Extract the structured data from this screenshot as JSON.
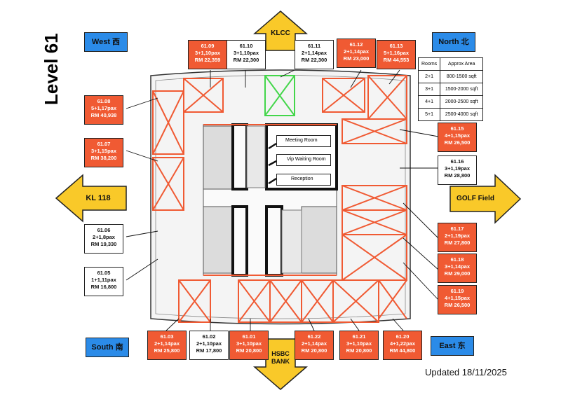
{
  "title": "Level 61",
  "updated": "Updated 18/11/2025",
  "colors": {
    "leased": "#f05a33",
    "available": "#ffffff",
    "direction": "#2b8be8",
    "arrow": "#f9c929",
    "grid_line": "#f05a33",
    "highlight": "#43d64a"
  },
  "directions": {
    "west": "West 西",
    "north": "North 北",
    "south": "South 南",
    "east": "East 东"
  },
  "landmarks": {
    "top": "KLCC",
    "left": "KL 118",
    "right": "GOLF Field",
    "bottom_line1": "HSBC",
    "bottom_line2": "BANK"
  },
  "legend": {
    "headers": [
      "Rooms",
      "Approx Area"
    ],
    "rows": [
      [
        "2+1",
        "800-1500 sqft"
      ],
      [
        "3+1",
        "1500-2000 sqft"
      ],
      [
        "4+1",
        "2000-2500 sqft"
      ],
      [
        "5+1",
        "2500-4000 sqft"
      ]
    ]
  },
  "core_rooms": [
    "Meeting Room",
    "Vip Waiting Room",
    "Reception"
  ],
  "units": [
    {
      "id": "61.09",
      "config": "3+1,10pax",
      "price": "RM 22,359",
      "status": "leased"
    },
    {
      "id": "61.10",
      "config": "3+1,10pax",
      "price": "RM 22,300",
      "status": "available"
    },
    {
      "id": "61.11",
      "config": "2+1,14pax",
      "price": "RM 22,300",
      "status": "available"
    },
    {
      "id": "61.12",
      "config": "2+1,14pax",
      "price": "RM 23,000",
      "status": "leased"
    },
    {
      "id": "61.13",
      "config": "5+1,16pax",
      "price": "RM 44,553",
      "status": "leased"
    },
    {
      "id": "61.08",
      "config": "5+1,17pax",
      "price": "RM 40,938",
      "status": "leased"
    },
    {
      "id": "61.07",
      "config": "3+1,15pax",
      "price": "RM 38,200",
      "status": "leased"
    },
    {
      "id": "61.06",
      "config": "2+1,8pax",
      "price": "RM 19,330",
      "status": "available"
    },
    {
      "id": "61.05",
      "config": "1+1,11pax",
      "price": "RM 16,800",
      "status": "available"
    },
    {
      "id": "61.15",
      "config": "4+1,15pax",
      "price": "RM 26,500",
      "status": "leased"
    },
    {
      "id": "61.16",
      "config": "3+1,19pax",
      "price": "RM 28,800",
      "status": "available"
    },
    {
      "id": "61.17",
      "config": "2+1,19pax",
      "price": "RM 27,800",
      "status": "leased"
    },
    {
      "id": "61.18",
      "config": "3+1,14pax",
      "price": "RM 29,000",
      "status": "leased"
    },
    {
      "id": "61.19",
      "config": "4+1,15pax",
      "price": "RM 26,500",
      "status": "leased"
    },
    {
      "id": "61.03",
      "config": "2+1,14pax",
      "price": "RM 25,800",
      "status": "leased"
    },
    {
      "id": "61.02",
      "config": "2+1,10pax",
      "price": "RM 17,800",
      "status": "available"
    },
    {
      "id": "61.01",
      "config": "3+1,10pax",
      "price": "RM 20,800",
      "status": "leased"
    },
    {
      "id": "61.22",
      "config": "2+1,14pax",
      "price": "RM 20,800",
      "status": "leased"
    },
    {
      "id": "61.21",
      "config": "3+1,10pax",
      "price": "RM 20,800",
      "status": "leased"
    },
    {
      "id": "61.20",
      "config": "4+1,22pax",
      "price": "RM 44,800",
      "status": "leased"
    }
  ]
}
